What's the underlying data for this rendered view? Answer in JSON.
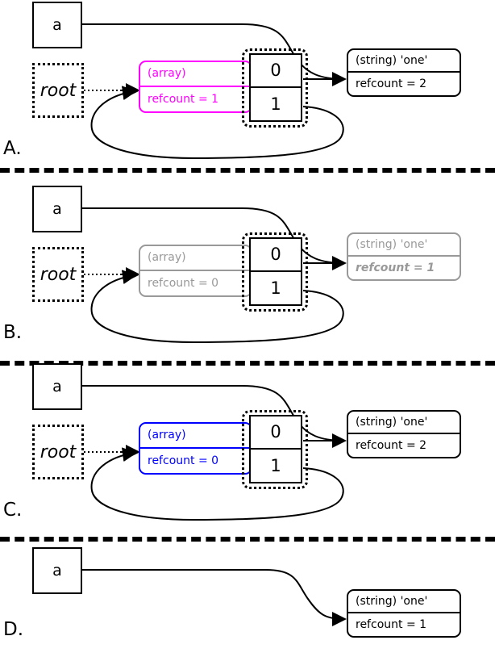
{
  "meta": {
    "title": "PHP reference counting / garbage collection cycle diagram",
    "colors": {
      "magenta": "#ff00ff",
      "blue": "#0000ff",
      "gray": "#999999",
      "black": "#000000"
    }
  },
  "labels": {
    "a": "A.",
    "b": "B.",
    "c": "C.",
    "d": "D."
  },
  "common": {
    "var_name": "a",
    "root_name": "root",
    "array_type": "(array)",
    "string_type": "(string) 'one'",
    "index_0": "0",
    "index_1": "1"
  },
  "panels": [
    {
      "id": "A",
      "label": "A.",
      "var_box": {
        "text": "a"
      },
      "root_box": {
        "text": "root"
      },
      "array_zval": {
        "type_label": "(array)",
        "refcount_label": "refcount = 1",
        "color": "#ff00ff",
        "state": "highlighted"
      },
      "cells": [
        "0",
        "1"
      ],
      "string_zval": {
        "type_label": "(string) 'one'",
        "refcount_label": "refcount = 2",
        "color": "#000000",
        "state": "normal"
      }
    },
    {
      "id": "B",
      "label": "B.",
      "var_box": {
        "text": "a"
      },
      "root_box": {
        "text": "root"
      },
      "array_zval": {
        "type_label": "(array)",
        "refcount_label": "refcount = 0",
        "color": "#999999",
        "state": "dimmed"
      },
      "cells": [
        "0",
        "1"
      ],
      "string_zval": {
        "type_label": "(string) 'one'",
        "refcount_label": "refcount = 1",
        "color": "#999999",
        "state": "dimmed-emphasis"
      }
    },
    {
      "id": "C",
      "label": "C.",
      "var_box": {
        "text": "a"
      },
      "root_box": {
        "text": "root"
      },
      "array_zval": {
        "type_label": "(array)",
        "refcount_label": "refcount = 0",
        "color": "#0000ff",
        "state": "highlighted"
      },
      "cells": [
        "0",
        "1"
      ],
      "string_zval": {
        "type_label": "(string) 'one'",
        "refcount_label": "refcount = 2",
        "color": "#000000",
        "state": "normal"
      }
    },
    {
      "id": "D",
      "label": "D.",
      "var_box": {
        "text": "a"
      },
      "string_zval": {
        "type_label": "(string) 'one'",
        "refcount_label": "refcount = 1",
        "color": "#000000",
        "state": "normal"
      }
    }
  ]
}
